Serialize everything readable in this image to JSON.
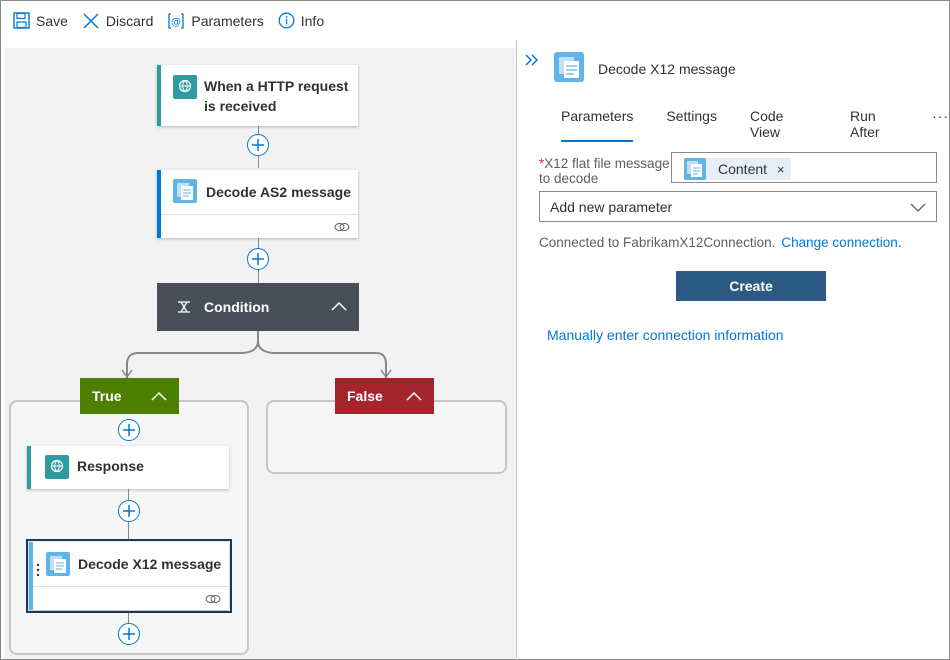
{
  "toolbar": {
    "save_label": "Save",
    "discard_label": "Discard",
    "parameters_label": "Parameters",
    "info_label": "Info"
  },
  "canvas": {
    "trigger": {
      "title_line1": "When a HTTP request",
      "title_line2": "is received",
      "icon": "http-request-icon"
    },
    "decode_as2": {
      "title": "Decode AS2 message",
      "icon": "edi-message-icon"
    },
    "condition": {
      "title": "Condition",
      "icon": "condition-icon"
    },
    "true_branch": {
      "label": "True"
    },
    "false_branch": {
      "label": "False"
    },
    "response": {
      "title": "Response",
      "icon": "http-response-icon"
    },
    "decode_x12": {
      "title": "Decode X12 message",
      "icon": "edi-message-icon"
    }
  },
  "panel": {
    "title": "Decode X12 message",
    "tabs": [
      "Parameters",
      "Settings",
      "Code View",
      "Run After",
      "···"
    ],
    "active_tab": "Parameters",
    "field": {
      "required_mark": "*",
      "label": "X12 flat file message to decode",
      "token_label": "Content",
      "token_remove": "×"
    },
    "add_param_placeholder": "Add new parameter",
    "connection_text": "Connected to FabrikamX12Connection.",
    "change_connection": "Change connection.",
    "create_button": "Create",
    "manual_link": "Manually enter connection information"
  },
  "colors": {
    "accent": "#0078d4",
    "true_branch": "#4d7f00",
    "false_branch": "#a4262c",
    "condition": "#484f58",
    "create_button": "#2b5b82"
  }
}
